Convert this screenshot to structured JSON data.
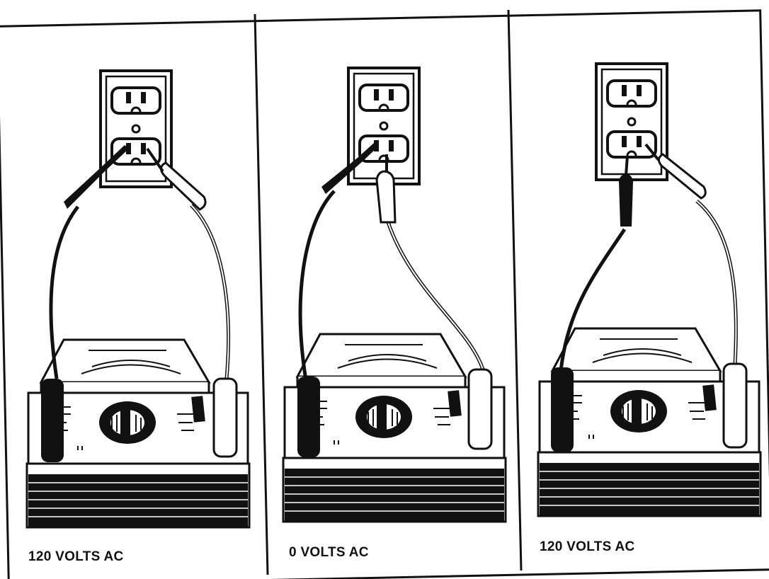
{
  "panels": [
    {
      "caption": "120 VOLTS AC"
    },
    {
      "caption": "0 VOLTS AC"
    },
    {
      "caption": "120 VOLTS AC"
    }
  ]
}
